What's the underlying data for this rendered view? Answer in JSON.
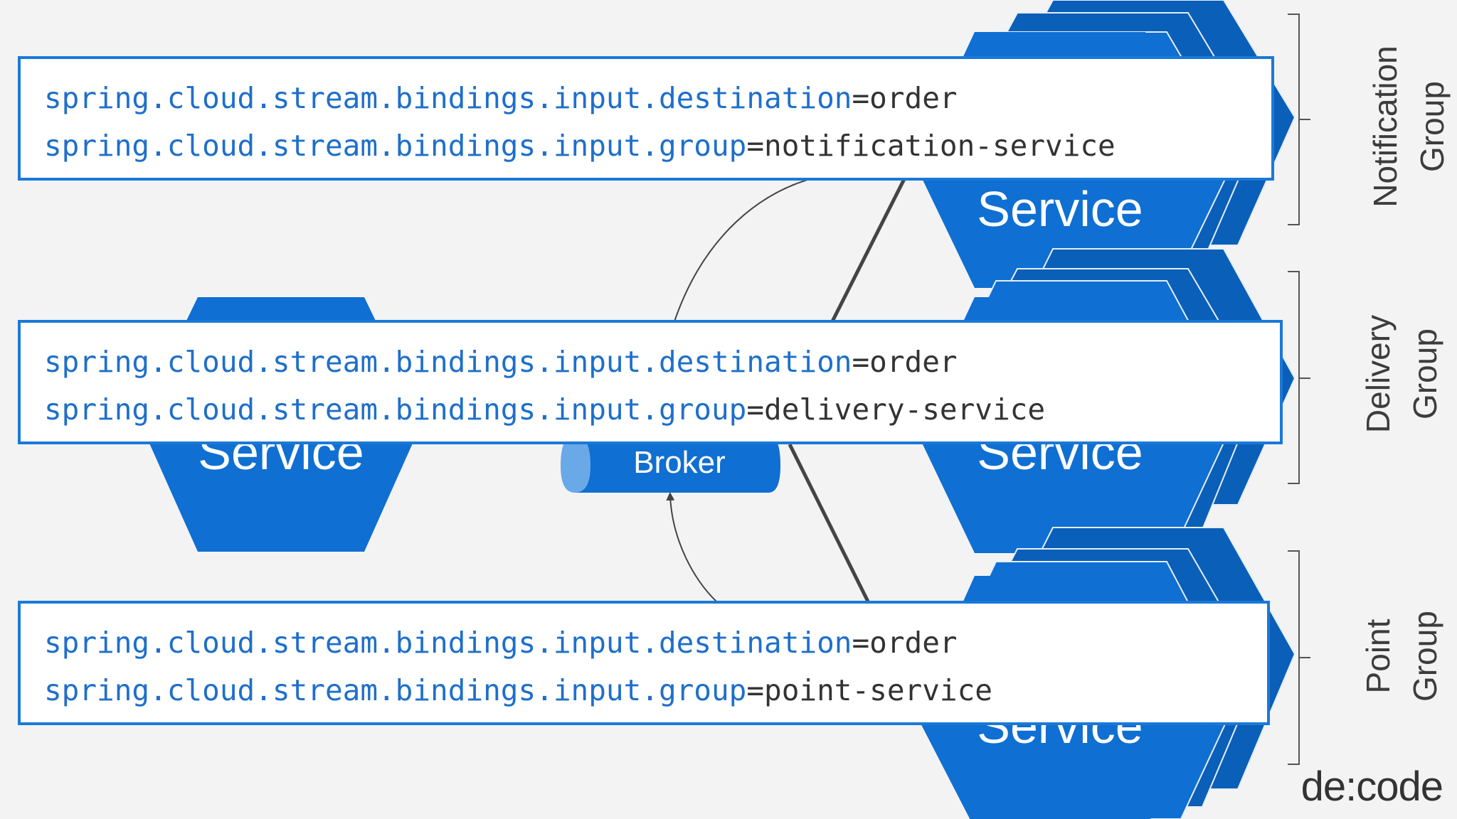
{
  "diagram": {
    "service_label": "Service",
    "broker_label": "Broker"
  },
  "bindings": [
    {
      "destination_key": "spring.cloud.stream.bindings.input.destination",
      "destination_value": "=order",
      "group_key": "spring.cloud.stream.bindings.input.group",
      "group_value": "=notification-service"
    },
    {
      "destination_key": "spring.cloud.stream.bindings.input.destination",
      "destination_value": "=order",
      "group_key": "spring.cloud.stream.bindings.input.group",
      "group_value": "=delivery-service"
    },
    {
      "destination_key": "spring.cloud.stream.bindings.input.destination",
      "destination_value": "=order",
      "group_key": "spring.cloud.stream.bindings.input.group",
      "group_value": "=point-service"
    }
  ],
  "groups": [
    {
      "line1": "Notification",
      "line2": "Group"
    },
    {
      "line1": "Delivery",
      "line2": "Group"
    },
    {
      "line1": "Point",
      "line2": "Group"
    }
  ],
  "logo_text": "de:code",
  "colors": {
    "hex_blue": "#0f6fd2",
    "hex_blue_dark": "#0a5fb8",
    "box_border": "#1a79d8",
    "key_text": "#1e6fcb",
    "background": "#f3f3f4"
  }
}
